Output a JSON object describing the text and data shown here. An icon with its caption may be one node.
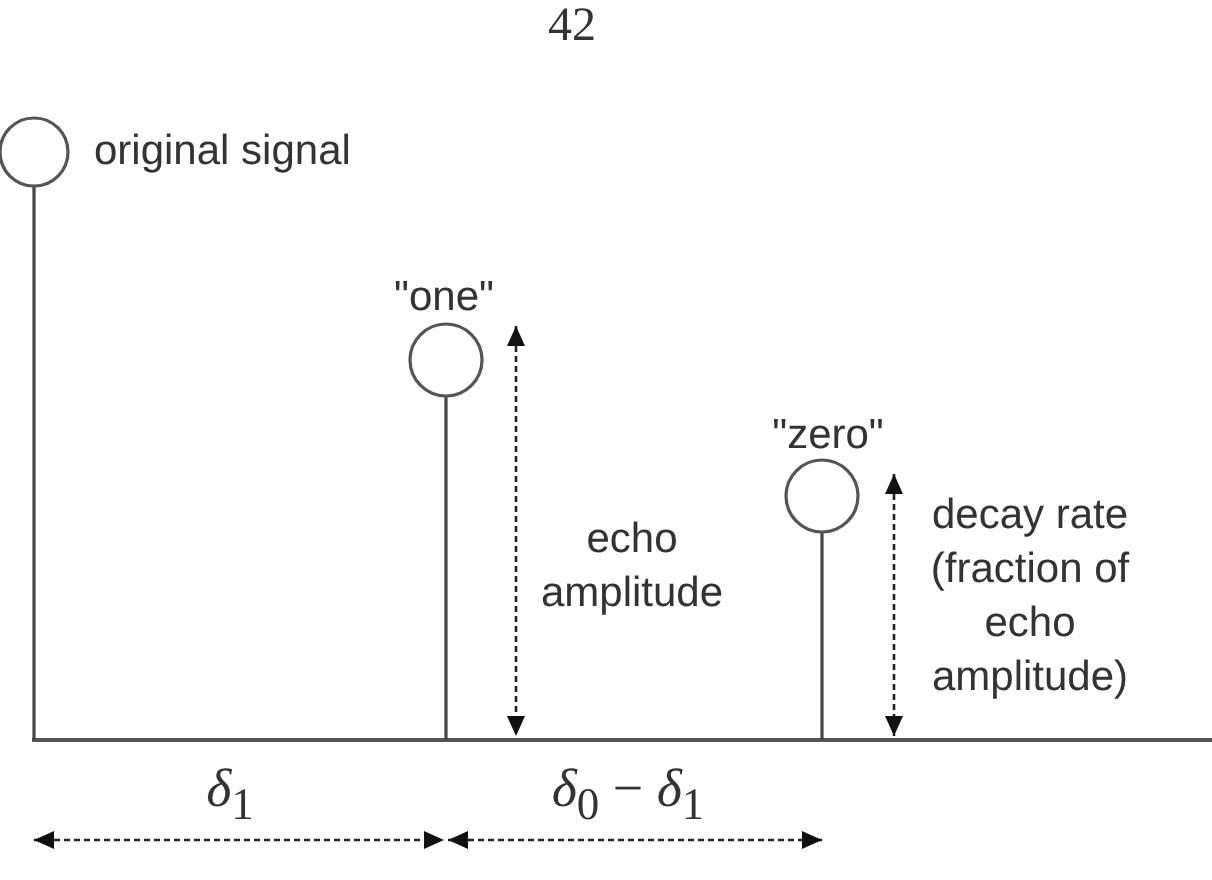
{
  "diagram": {
    "nodes": [
      {
        "text": [],
        "shape": "circle",
        "beside": [
          "original signal"
        ]
      },
      {
        "text": [],
        "shape": "circle",
        "beside": [
          "\"one\""
        ]
      },
      {
        "text": [],
        "shape": "circle",
        "beside": [
          "\"zero\""
        ]
      }
    ],
    "labels": [
      "42",
      "echo amplitude",
      "decay rate (fraction of echo amplitude)",
      "*δ*$_{1}$",
      "*δ*$_{0}$ − *δ*$_{1}$"
    ]
  }
}
